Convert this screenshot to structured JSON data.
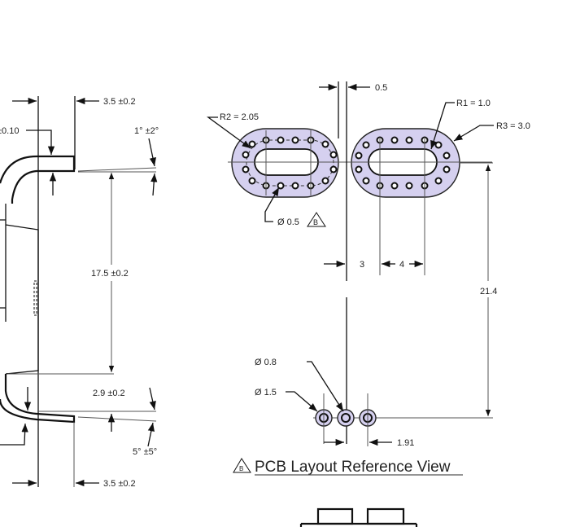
{
  "side_view": {
    "lead_thickness_tol": "±0.10",
    "top_lead_length": "3.5 ±0.2",
    "top_angle": "1° ±2°",
    "lead_span": "17.5 ±0.2",
    "bottom_offset": "2.9 ±0.2",
    "bottom_angle": "5° ±5°",
    "bottom_lead_length": "3.5 ±0.2"
  },
  "pcb_view": {
    "title": "PCB Layout Reference View",
    "note_marker": "B",
    "pad_gap": "0.5",
    "r2": "R2 = 2.05",
    "r1": "R1 = 1.0",
    "r3": "R3 = 3.0",
    "via_diameter": "Ø  0.5",
    "slot_offset": "3",
    "slot_length": "4",
    "pad_to_pin": "21.4",
    "pin_hole_diameter": "Ø  0.8",
    "pin_pad_diameter": "Ø  1.5",
    "pin_pitch": "1.91"
  },
  "colors": {
    "pad_fill": "#d5d0ef"
  }
}
